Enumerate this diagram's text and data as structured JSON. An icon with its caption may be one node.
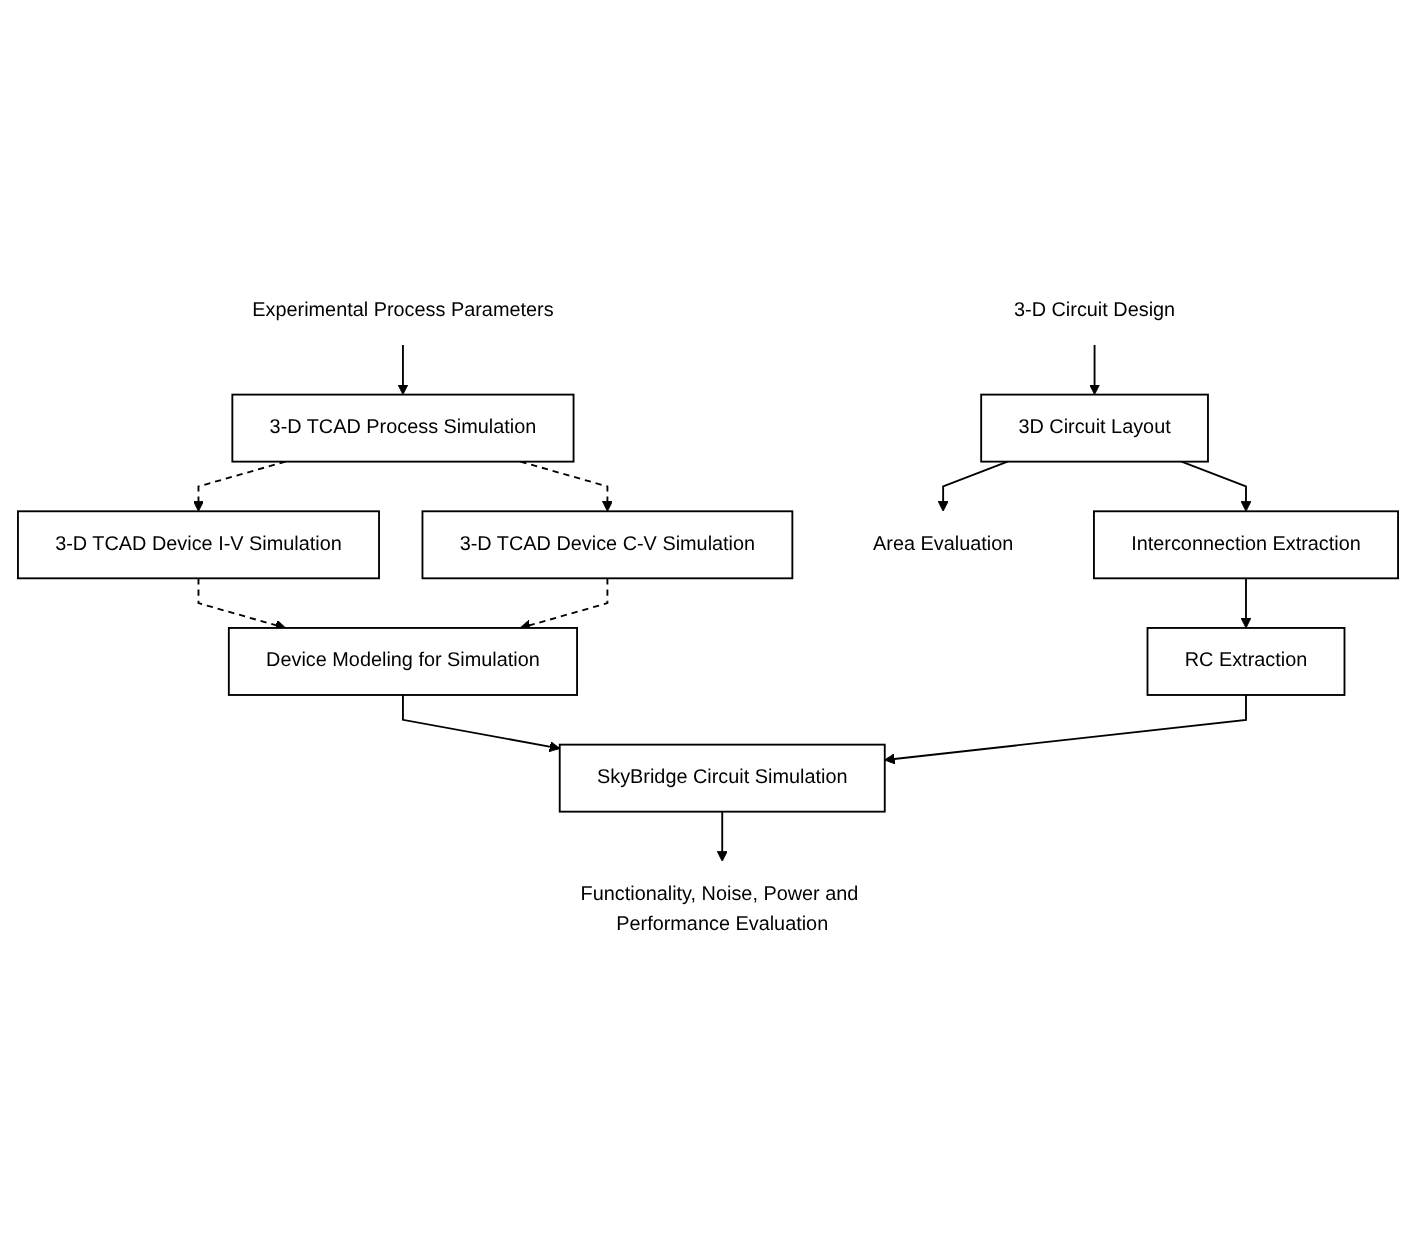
{
  "diagram": {
    "nodes": [
      {
        "text": [
          "Experimental Process Parameters"
        ]
      },
      {
        "text": [
          "3-D TCAD Process Simulation"
        ]
      },
      {
        "text": [
          "3-D TCAD Device I-V Simulation"
        ]
      },
      {
        "text": [
          "3-D TCAD Device C-V Simulation"
        ]
      },
      {
        "text": [
          "Device Modeling for Simulation"
        ]
      },
      {
        "text": [
          "3-D Circuit Design"
        ]
      },
      {
        "text": [
          "3D Circuit Layout"
        ]
      },
      {
        "text": [
          "Area Evaluation"
        ]
      },
      {
        "text": [
          "Interconnection Extraction"
        ]
      },
      {
        "text": [
          "RC Extraction"
        ]
      },
      {
        "text": [
          "SkyBridge Circuit Simulation"
        ]
      },
      {
        "text": [
          "Functionality, Noise, Power and Performance Evaluation"
        ]
      }
    ],
    "edges": [
      {
        "from": 0,
        "to": 1,
        "arrow": "to"
      },
      {
        "from": 1,
        "to": 2,
        "arrow": "to",
        "style": "dashed"
      },
      {
        "from": 1,
        "to": 3,
        "arrow": "to",
        "style": "dashed"
      },
      {
        "from": 2,
        "to": 4,
        "arrow": "to",
        "style": "dashed"
      },
      {
        "from": 3,
        "to": 4,
        "arrow": "to",
        "style": "dashed"
      },
      {
        "from": 5,
        "to": 6,
        "arrow": "to"
      },
      {
        "from": 6,
        "to": 7,
        "arrow": "to"
      },
      {
        "from": 6,
        "to": 8,
        "arrow": "to"
      },
      {
        "from": 8,
        "to": 9,
        "arrow": "to"
      },
      {
        "from": 4,
        "to": 10,
        "arrow": "to"
      },
      {
        "from": 9,
        "to": 10,
        "arrow": "to"
      },
      {
        "from": 10,
        "to": 11,
        "arrow": "to"
      }
    ]
  }
}
